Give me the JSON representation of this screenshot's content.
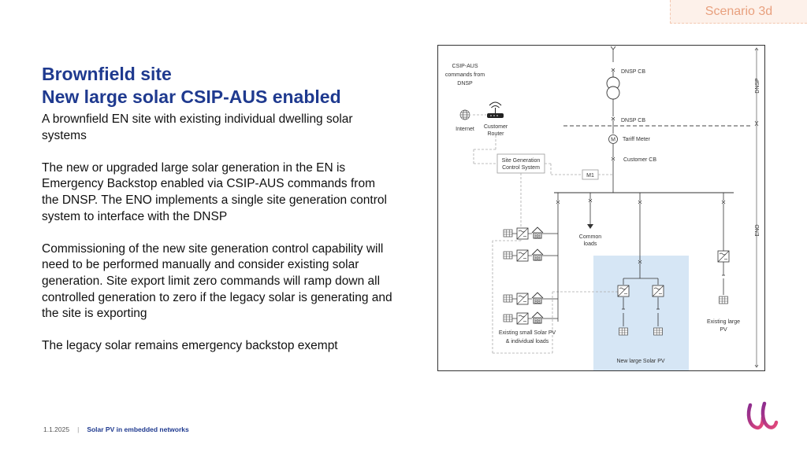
{
  "header": {
    "scenario": "Scenario 3d"
  },
  "slide": {
    "title_line1": "Brownfield site",
    "title_line2": "New large solar CSIP-AUS enabled",
    "paragraphs": [
      "A brownfield EN site with existing individual dwelling solar systems",
      "The new or upgraded large solar generation in the EN is Emergency Backstop enabled via CSIP-AUS commands from the DNSP.  The ENO implements a single site generation control system to interface with the DNSP",
      "Commissioning of the new site generation control capability will need to be performed manually and consider existing solar generation. Site export limit zero commands will ramp down all controlled generation to zero if the legacy solar is generating and the site is exporting",
      "The legacy solar remains emergency backstop exempt"
    ]
  },
  "diagram": {
    "csip_label": [
      "CSIP-AUS",
      "commands from",
      "DNSP"
    ],
    "internet": "Internet",
    "router": [
      "Customer",
      "Router"
    ],
    "dnsp_cb_top": "DNSP CB",
    "dnsp_cb_mid": "DNSP CB",
    "tariff_meter": "Tariff Meter",
    "meter_symbol": "M",
    "customer_cb": "Customer CB",
    "site_gen": [
      "Site Generation",
      "Control System"
    ],
    "m1": "M1",
    "dnsp_side": "DNSP",
    "eno_side": "ENO",
    "common_loads": [
      "Common",
      "loads"
    ],
    "existing_small": [
      "Existing small Solar PV",
      "& individual loads"
    ],
    "existing_large": [
      "Existing large",
      "PV"
    ],
    "new_large": "New large Solar PV"
  },
  "footer": {
    "date": "1.1.2025",
    "separator": "|",
    "topic": "Solar PV in embedded networks"
  },
  "colors": {
    "title": "#1f3a8f",
    "scenario_text": "#e8a07e",
    "scenario_bg": "#fdf1ea",
    "new_pv_area": "#d6e6f5",
    "logo_purple": "#8b2c8f",
    "logo_pink": "#e5487a"
  }
}
